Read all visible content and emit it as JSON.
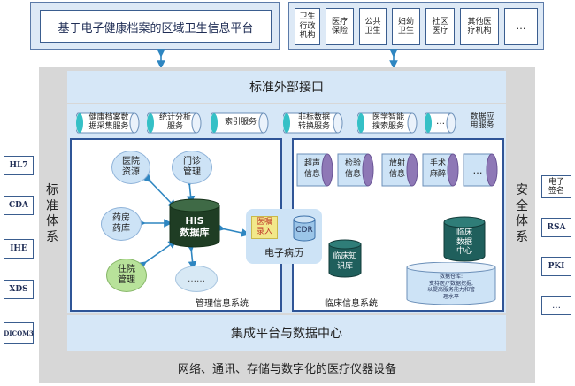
{
  "top_left_title": "基于电子健康档案的区域卫生信息平台",
  "top_right_items": [
    "卫生\n行政\n机构",
    "医疗\n保险",
    "公共\n卫生",
    "妇幼\n卫生",
    "社区\n医疗",
    "其他医\n疗机构",
    "…"
  ],
  "std_interface": "标准外部接口",
  "services": [
    "健康档案数\n据采集服务",
    "统计分析\n服务",
    "索引服务",
    "非标数据\n转换服务",
    "医学智能\n搜索服务",
    "…",
    "数据应\n用服务"
  ],
  "left_system_label": "标\n准\n体\n系",
  "right_system_label": "安\n全\n体\n系",
  "left_standards": [
    "HL7",
    "CDA",
    "IHE",
    "XDS",
    "DICOM3"
  ],
  "right_security": [
    "电子\n签名",
    "RSA",
    "PKI",
    "…"
  ],
  "management": {
    "caption": "管理信息系统",
    "his_db": "HIS\n数据库",
    "nodes": [
      "医院\n资源",
      "门诊\n管理",
      "药房\n药库",
      "住院\n管理",
      "……"
    ]
  },
  "clinical": {
    "caption": "临床信息系统",
    "systems": [
      "超声\n信息",
      "检验\n信息",
      "放射\n信息",
      "手术\n麻醉",
      "…"
    ],
    "knowledge": "临床知\n识库",
    "data_center": "临床\n数据\n中心",
    "warehouse_note": "数据仓库:\n支持医疗数据挖掘,\n以提高服务能力和管\n理水平"
  },
  "emr": {
    "label": "电子病历",
    "orders": "医嘱\n录入",
    "cdr": "CDR"
  },
  "integration": "集成平台与数据中心",
  "infrastructure": "网络、通讯、存储与数字化的医疗仪器设备",
  "colors": {
    "frame_gray": "#d7d7d7",
    "blue_panel": "#d6e7f7",
    "dark_border": "#3a5d8f",
    "node_blue": "#cde3f6",
    "node_green": "#b8e29a",
    "purple": "#8e78b6",
    "teal": "#1f5f5c",
    "light_blue_cyl": "#9bc5e8"
  }
}
